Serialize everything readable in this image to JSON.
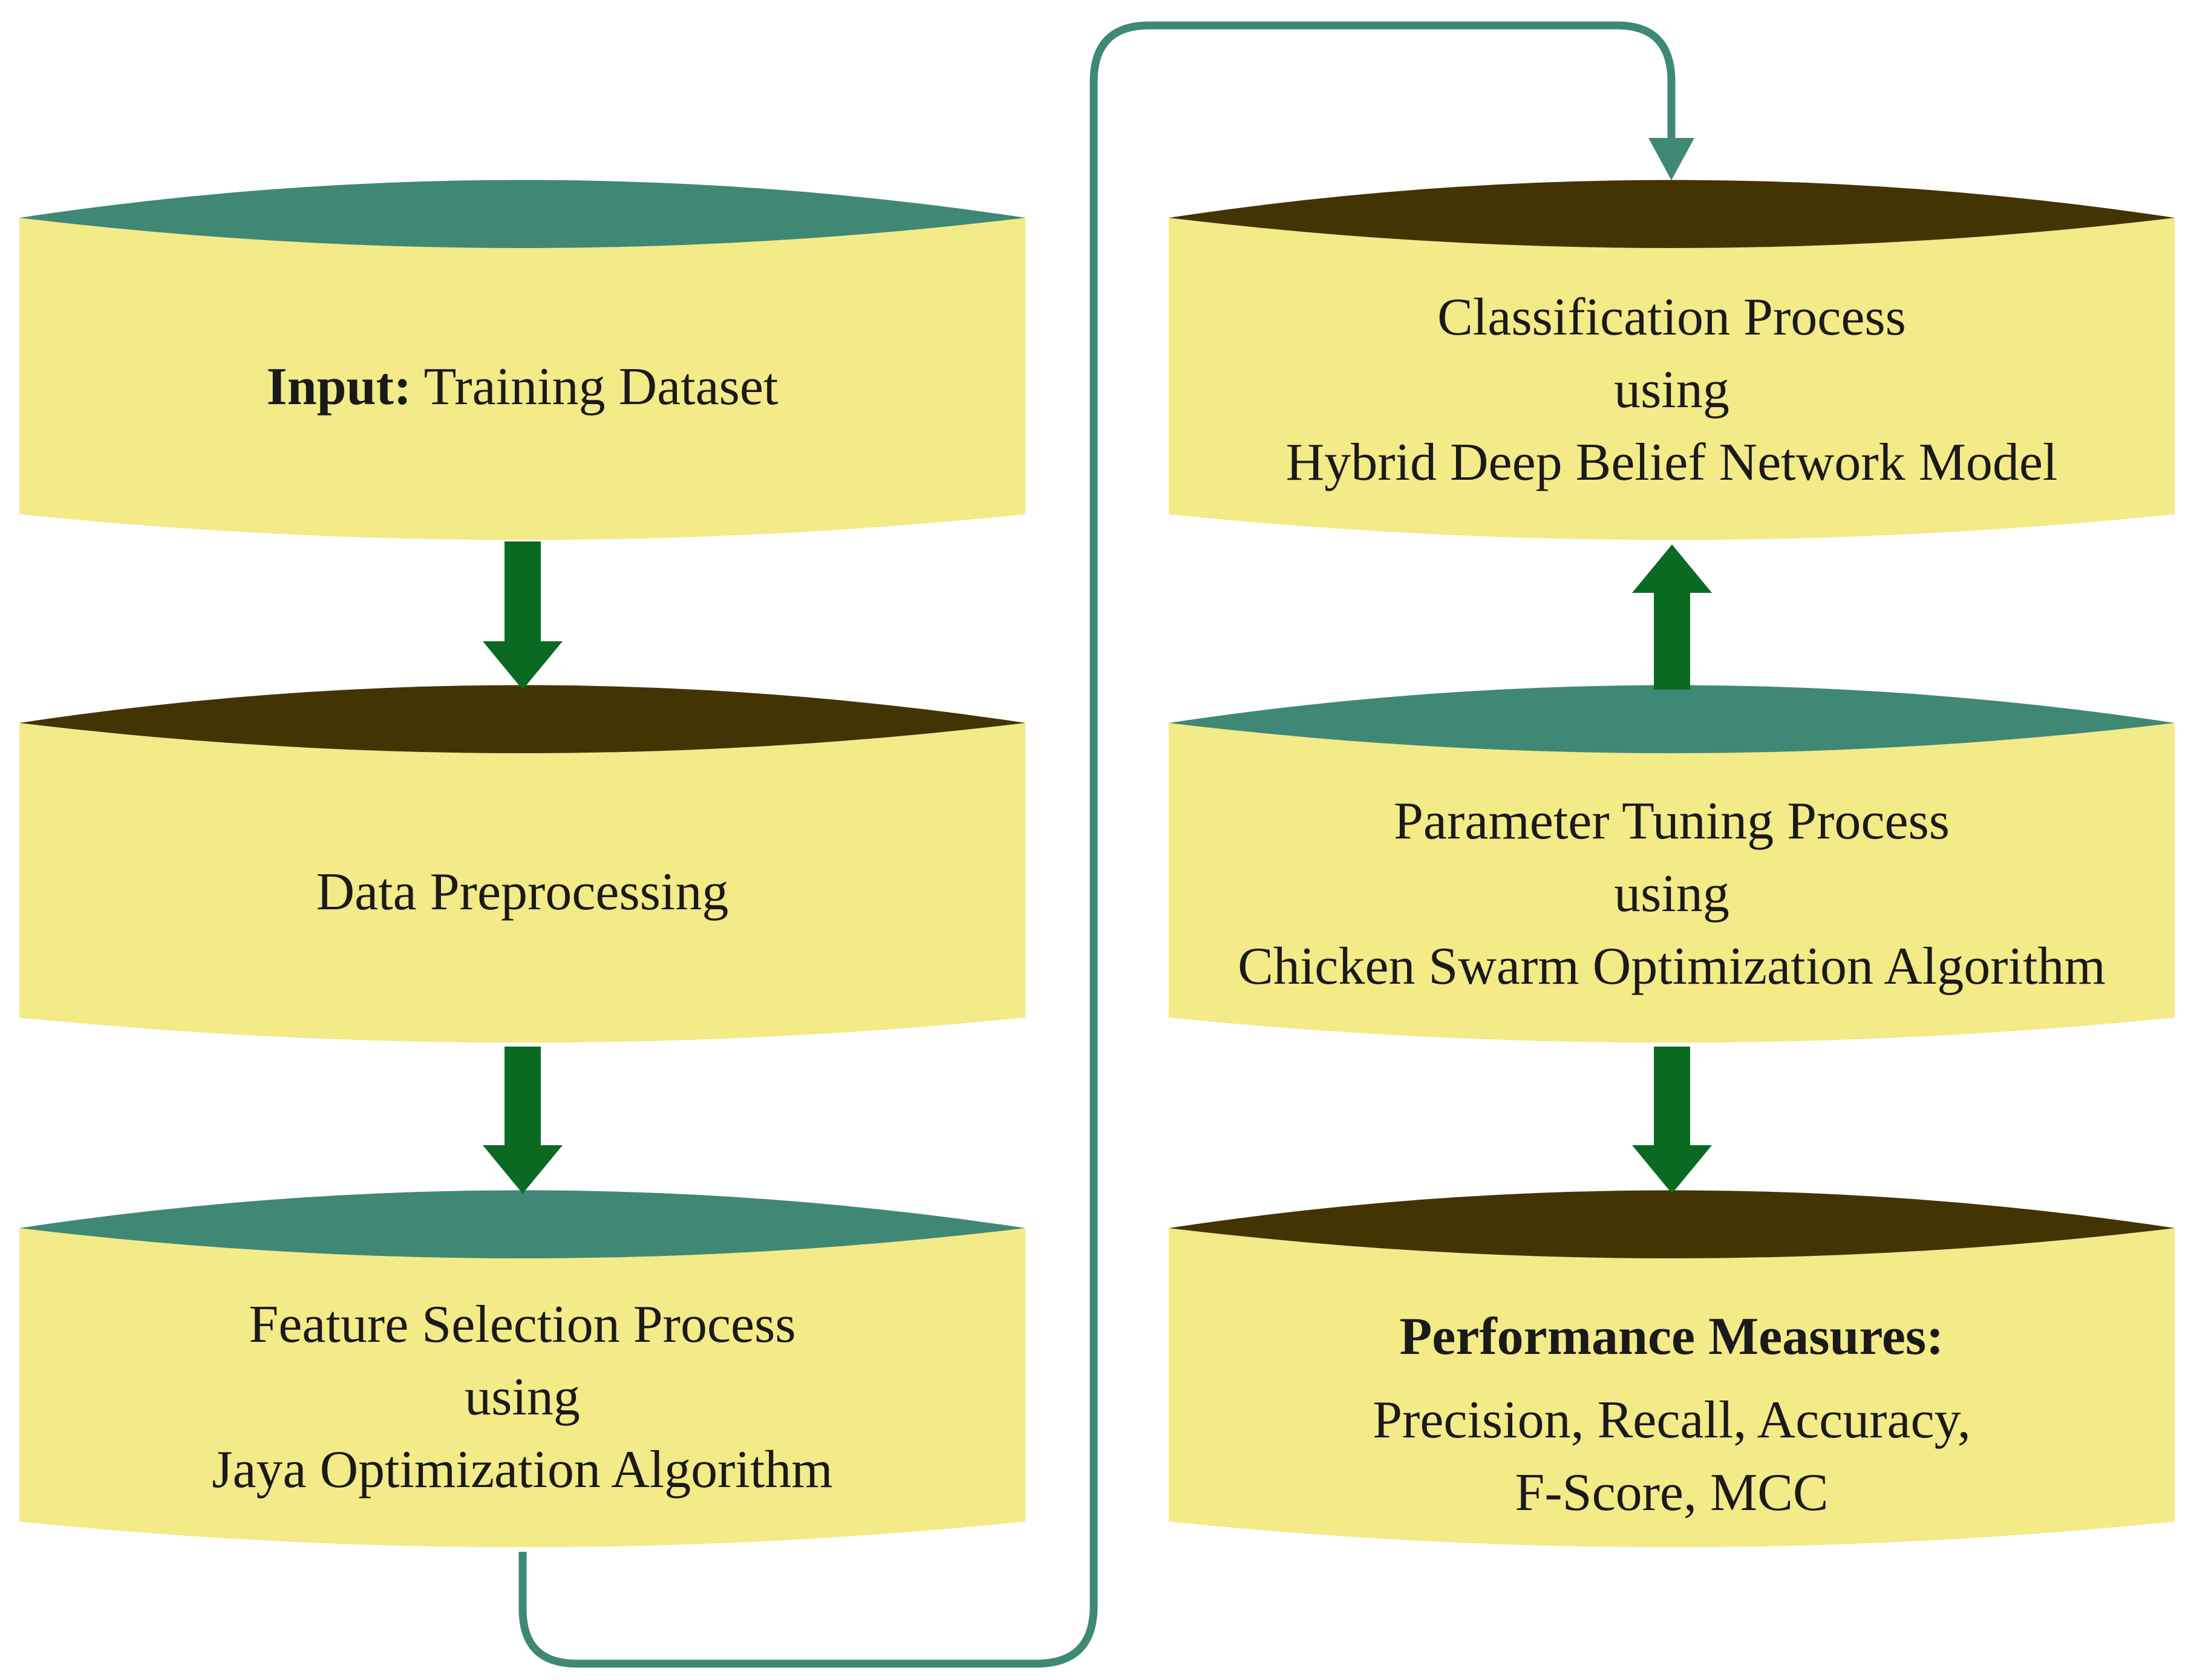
{
  "colors": {
    "background": "#ffffff",
    "body_fill": "#f3ea88",
    "top_teal": "#3f8876",
    "top_dark": "#433404",
    "arrow_green": "#0b6a22",
    "connector_teal": "#3f8876"
  },
  "nodes": {
    "input": {
      "bold": "Input:",
      "text": " Training Dataset",
      "top_color": "teal"
    },
    "preprocessing": {
      "text": "Data Preprocessing",
      "top_color": "dark"
    },
    "feature_selection": {
      "lines": [
        "Feature Selection Process",
        "using",
        "Jaya Optimization Algorithm"
      ],
      "top_color": "teal"
    },
    "classification": {
      "lines": [
        "Classification Process",
        "using",
        "Hybrid Deep Belief Network Model"
      ],
      "top_color": "dark"
    },
    "parameter_tuning": {
      "lines": [
        "Parameter Tuning Process",
        "using",
        "Chicken Swarm Optimization Algorithm"
      ],
      "top_color": "teal"
    },
    "performance": {
      "title": "Performance Measures:",
      "lines": [
        "Precision, Recall, Accuracy,",
        "F-Score, MCC"
      ],
      "top_color": "dark"
    }
  },
  "edges": [
    {
      "from": "input",
      "to": "preprocessing"
    },
    {
      "from": "preprocessing",
      "to": "feature_selection"
    },
    {
      "from": "feature_selection",
      "to": "classification"
    },
    {
      "from": "parameter_tuning",
      "to": "classification"
    },
    {
      "from": "parameter_tuning",
      "to": "performance"
    }
  ]
}
